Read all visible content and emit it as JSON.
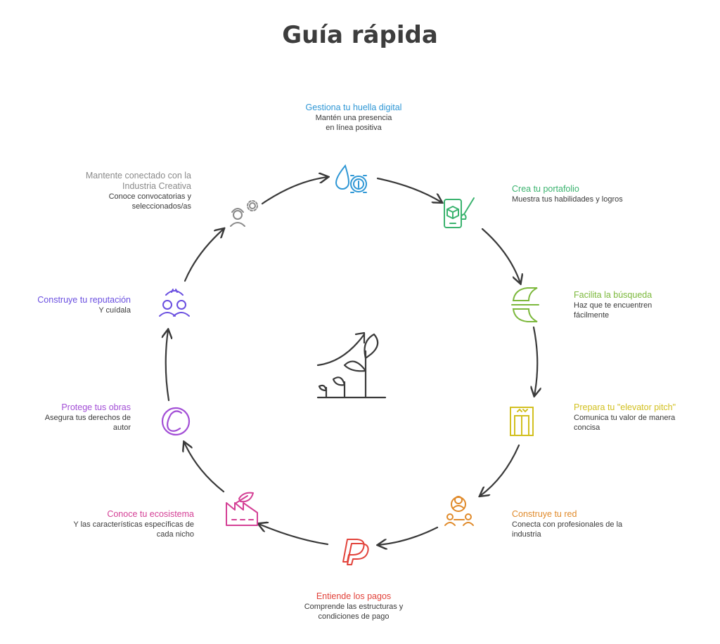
{
  "title": "Guía rápida",
  "steps": [
    {
      "id": "huella",
      "title": "Gestiona tu huella digital",
      "desc": "Mantén una presencia en línea positiva",
      "color": "#2f97d5",
      "icon": "fingerprint-drop-icon"
    },
    {
      "id": "portafolio",
      "title": "Crea tu portafolio",
      "desc": "Muestra tus habilidades y logros",
      "color": "#3bb36f",
      "icon": "phone-brush-icon"
    },
    {
      "id": "busqueda",
      "title": "Facilita la búsqueda",
      "desc": "Haz que te encuentren fácilmente",
      "color": "#7cb83c",
      "icon": "search-burger-icon"
    },
    {
      "id": "pitch",
      "title": "Prepara tu \"elevator pitch\"",
      "desc": "Comunica tu valor de manera concisa",
      "color": "#d2c020",
      "icon": "elevator-icon"
    },
    {
      "id": "red",
      "title": "Construye tu red",
      "desc": "Conecta con profesionales de la industria",
      "color": "#e08a2a",
      "icon": "network-people-icon"
    },
    {
      "id": "pagos",
      "title": "Entiende los pagos",
      "desc": "Comprende las estructuras y condiciones de pago",
      "color": "#e2423a",
      "icon": "paypal-icon"
    },
    {
      "id": "ecosistema",
      "title": "Conoce tu ecosistema",
      "desc": "Y las características específicas de cada nicho",
      "color": "#d43f95",
      "icon": "factory-leaf-icon"
    },
    {
      "id": "obras",
      "title": "Protege tus obras",
      "desc": "Asegura tus derechos de autor",
      "color": "#a34fd6",
      "icon": "copyright-icon"
    },
    {
      "id": "reputacion",
      "title": "Construye tu reputación",
      "desc": "Y cuídala",
      "color": "#6a4fe0",
      "icon": "people-reputation-icon"
    },
    {
      "id": "conectado",
      "title": "Mantente conectado con la Industria Creativa",
      "desc": "Conoce convocatorias y seleccionados/as",
      "color": "#9a9a9a",
      "icon": "worker-gear-icon"
    }
  ],
  "center_icon": "growing-plant-icon"
}
